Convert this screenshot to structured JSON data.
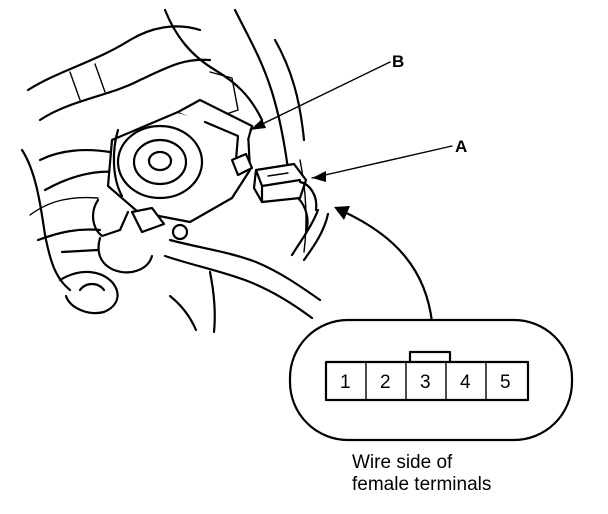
{
  "callouts": {
    "a": "A",
    "b": "B"
  },
  "connector": {
    "pins": [
      "1",
      "2",
      "3",
      "4",
      "5"
    ],
    "caption_line1": "Wire side of",
    "caption_line2": "female terminals"
  }
}
